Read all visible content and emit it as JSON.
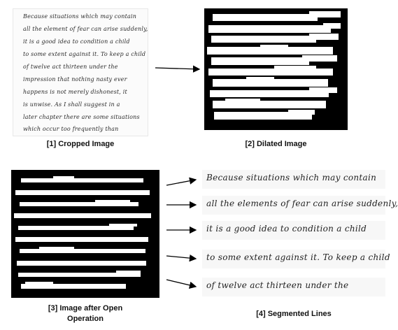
{
  "captions": {
    "cropped": "[1] Cropped Image",
    "dilated": "[2] Dilated Image",
    "open_line1": "[3] Image after Open",
    "open_line2": "Operation",
    "segmented": "[4] Segmented Lines"
  },
  "handwriting_lines": [
    "Because situations which may contain",
    "all the element of fear can arise suddenly,",
    "it is a good idea to condition a child",
    "to some extent against it. To keep a child",
    "of twelve act thirteen under the",
    "impression that nothing nasty ever",
    "happens is not merely dishonest, it",
    "is unwise. As I shall suggest in a",
    "later chapter there are some situations",
    "which occur too frequently than"
  ],
  "segmented_lines": [
    "Because situations which may contain",
    "all the elements of fear can arise suddenly,",
    "it is a good idea to condition a child",
    "to some extent against it. To keep a child",
    "of twelve act thirteen under the"
  ]
}
